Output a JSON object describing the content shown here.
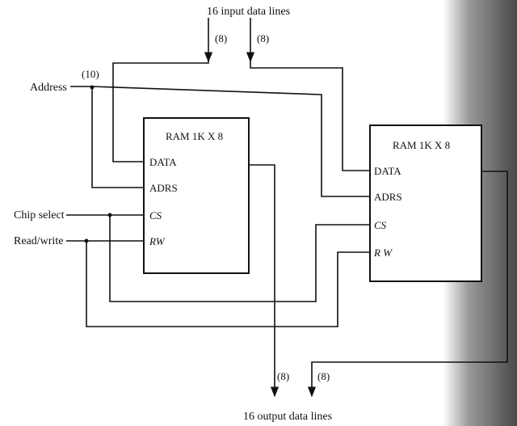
{
  "top_label": "16 input data lines",
  "bottom_label": "16 output data lines",
  "bus_width_in_left": "(8)",
  "bus_width_in_right": "(8)",
  "bus_width_out_left": "(8)",
  "bus_width_out_right": "(8)",
  "address_width": "(10)",
  "inputs": {
    "address": "Address",
    "chip_select": "Chip select",
    "read_write": "Read/write"
  },
  "chips": [
    {
      "title": "RAM 1K X 8",
      "pins": {
        "data": "DATA",
        "adrs": "ADRS",
        "cs": "CS",
        "rw": "RW"
      }
    },
    {
      "title": "RAM 1K X 8",
      "pins": {
        "data": "DATA",
        "adrs": "ADRS",
        "cs": "CS",
        "rw": "R W"
      }
    }
  ]
}
